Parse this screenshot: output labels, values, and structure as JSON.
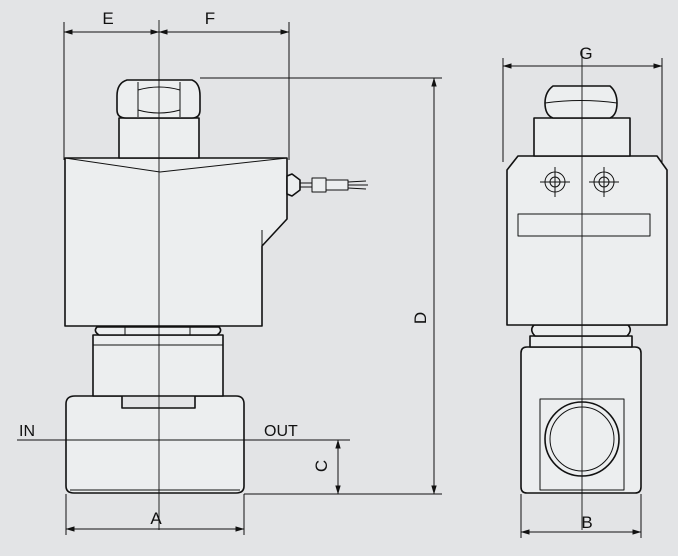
{
  "dimensions": {
    "A": "A",
    "B": "B",
    "C": "C",
    "D": "D",
    "E": "E",
    "F": "F",
    "G": "G"
  },
  "ports": {
    "inlet": "IN",
    "outlet": "OUT"
  },
  "colors": {
    "background": "#e3e4e6",
    "line": "#111111",
    "body_fill": "#eceeef"
  }
}
